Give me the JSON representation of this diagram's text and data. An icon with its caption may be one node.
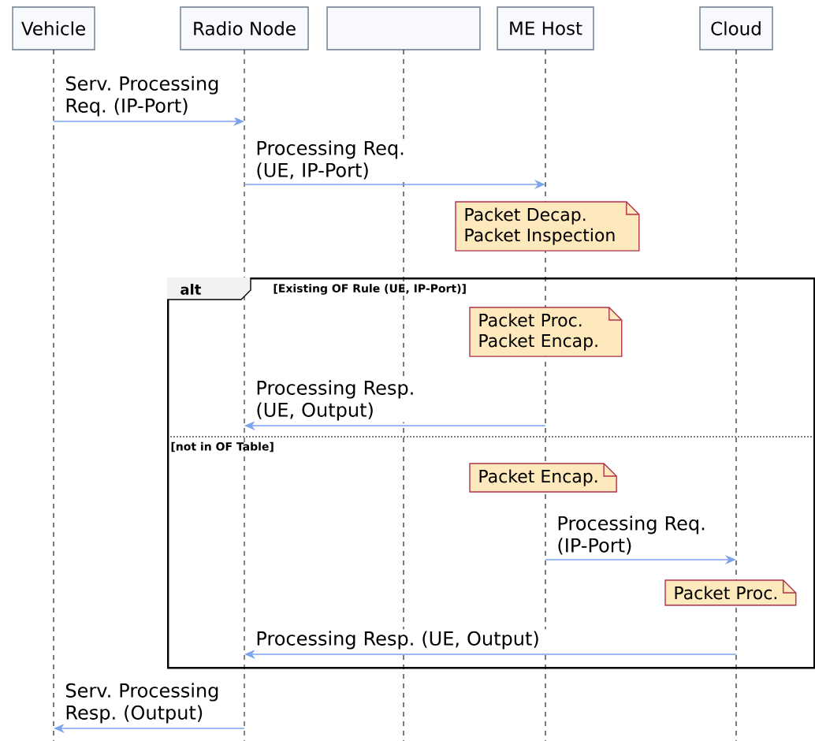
{
  "diagram": {
    "nodes": [
      {
        "text": [
          "Vehicle"
        ]
      },
      {
        "text": [
          "Radio Node"
        ]
      },
      {
        "text": [],
        "shape": "box"
      },
      {
        "text": [
          "ME Host"
        ]
      },
      {
        "text": [
          "Cloud"
        ]
      },
      {
        "text": [],
        "shape": "line"
      },
      {
        "text": [],
        "shape": "line"
      },
      {
        "text": [],
        "shape": "line"
      },
      {
        "text": [],
        "shape": "line"
      },
      {
        "text": [
          "Packet Decap. Packet Inspection"
        ]
      },
      {
        "text": [
          "alt",
          "[Existing OF Rule (UE, IP-Port)]",
          "[not in OF Table]"
        ]
      },
      {
        "text": [
          "Packet Proc. Packet Encap."
        ],
        "in": 10
      },
      {
        "text": [
          "Packet Encap."
        ],
        "in": 10
      },
      {
        "text": [
          "Packet Proc."
        ],
        "in": 10
      }
    ],
    "edges": [
      {
        "from": 5,
        "to": 6,
        "arrow": "to",
        "label": "Serv. Processing Req. (IP-Port)"
      },
      {
        "from": 6,
        "to": 7,
        "arrow": "to",
        "label": "Processing Req. (UE, IP-Port)"
      },
      {
        "from": 7,
        "to": 6,
        "arrow": "to",
        "label": "Processing Resp. (UE, Output)"
      },
      {
        "from": 7,
        "to": 8,
        "arrow": "to",
        "label": "Processing Req. (IP-Port)"
      },
      {
        "from": 8,
        "to": 6,
        "arrow": "to",
        "label": "Processing Resp. (UE, Output)"
      },
      {
        "from": 6,
        "to": 5,
        "arrow": "to",
        "label": "Serv. Processing Resp. (Output)"
      }
    ]
  }
}
